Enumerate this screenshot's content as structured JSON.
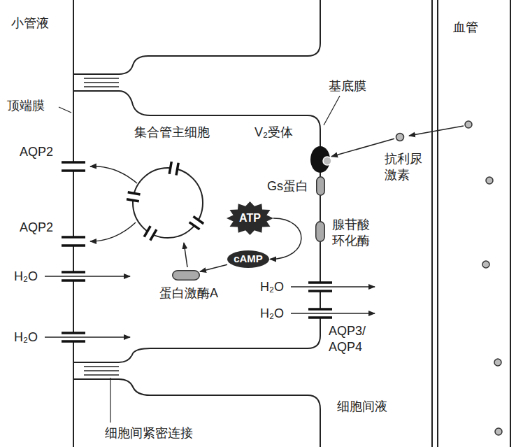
{
  "diagram": {
    "nodes": [
      {
        "text": [
          "抗利尿 激素"
        ]
      },
      {
        "text": [
          "V₂受体"
        ]
      },
      {
        "text": [
          "Gs蛋白"
        ]
      },
      {
        "text": [
          "ATP"
        ]
      },
      {
        "text": [
          "腺苷酸 环化酶"
        ]
      },
      {
        "text": [
          "cAMP"
        ]
      },
      {
        "text": [
          "蛋白激酶A"
        ]
      }
    ],
    "edges": [
      {
        "from": 0,
        "to": 1,
        "arrow": "to"
      },
      {
        "from": 3,
        "to": 5,
        "arrow": "to"
      },
      {
        "from": 5,
        "to": 6,
        "arrow": "to"
      }
    ],
    "labels": [
      "小管液",
      "顶端膜",
      "集合管主细胞",
      "AQP2",
      "AQP2",
      "H₂O",
      "H₂O",
      "基底膜",
      "H₂O",
      "H₂O",
      "AQP3/ AQP4",
      "血管",
      "细胞间液",
      "细胞间紧密连接"
    ]
  }
}
